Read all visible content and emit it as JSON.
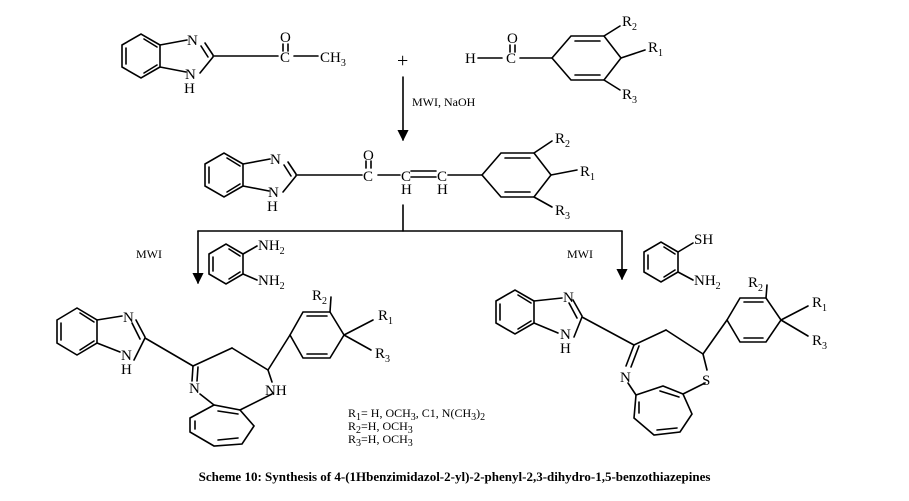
{
  "caption": "Scheme 10: Synthesis of 4-(1Hbenzimidazol-2-yl)-2-phenyl-2,3-dihydro-1,5-benzothiazepines",
  "reactant1": {
    "N": "N",
    "NH_label": "N",
    "H_label": "H",
    "O": "O",
    "C": "C",
    "methyl": "CH",
    "methyl_sub": "3"
  },
  "plus": "+",
  "reactant2": {
    "H": "H",
    "C": "C",
    "O": "O",
    "R1": "R",
    "R1_sub": "1",
    "R2": "R",
    "R2_sub": "2",
    "R3": "R",
    "R3_sub": "3"
  },
  "step1": {
    "conditions": "MWI, NaOH"
  },
  "chalcone": {
    "N": "N",
    "N2": "N",
    "H_n": "H",
    "O": "O",
    "C1": "C",
    "C2": "C",
    "C3": "C",
    "H1": "H",
    "H2": "H",
    "R1": "R",
    "R1_sub": "1",
    "R2": "R",
    "R2_sub": "2",
    "R3": "R",
    "R3_sub": "3"
  },
  "left_branch": {
    "mwi": "MWI",
    "nh2_a": "NH",
    "nh2_a_sub": "2",
    "nh2_b": "NH",
    "nh2_b_sub": "2"
  },
  "right_branch": {
    "mwi": "MWI",
    "sh": "SH",
    "nh2": "NH",
    "nh2_sub": "2"
  },
  "product_left": {
    "N_top": "N",
    "N_h": "N",
    "H_n": "H",
    "N_ring": "N",
    "NH_ring": "NH",
    "R1": "R",
    "R1_sub": "1",
    "R2": "R",
    "R2_sub": "2",
    "R3": "R",
    "R3_sub": "3"
  },
  "product_right": {
    "N_top": "N",
    "N_h": "N",
    "H_n": "H",
    "N_ring": "N",
    "S": "S",
    "R1": "R",
    "R1_sub": "1",
    "R2": "R",
    "R2_sub": "2",
    "R3": "R",
    "R3_sub": "3"
  },
  "substituents": [
    {
      "label": "R",
      "sub": "1",
      "text": "= H, OCH",
      "t_sub": "3",
      "tail": ", C1, N(CH",
      "tail_sub": "3",
      "end": ")",
      "end_sub": "2"
    },
    {
      "label": "R",
      "sub": "2",
      "text": "=H, OCH",
      "t_sub": "3",
      "tail": "",
      "tail_sub": "",
      "end": "",
      "end_sub": ""
    },
    {
      "label": "R",
      "sub": "3",
      "text": "=H, OCH",
      "t_sub": "3",
      "tail": "",
      "tail_sub": "",
      "end": "",
      "end_sub": ""
    }
  ]
}
